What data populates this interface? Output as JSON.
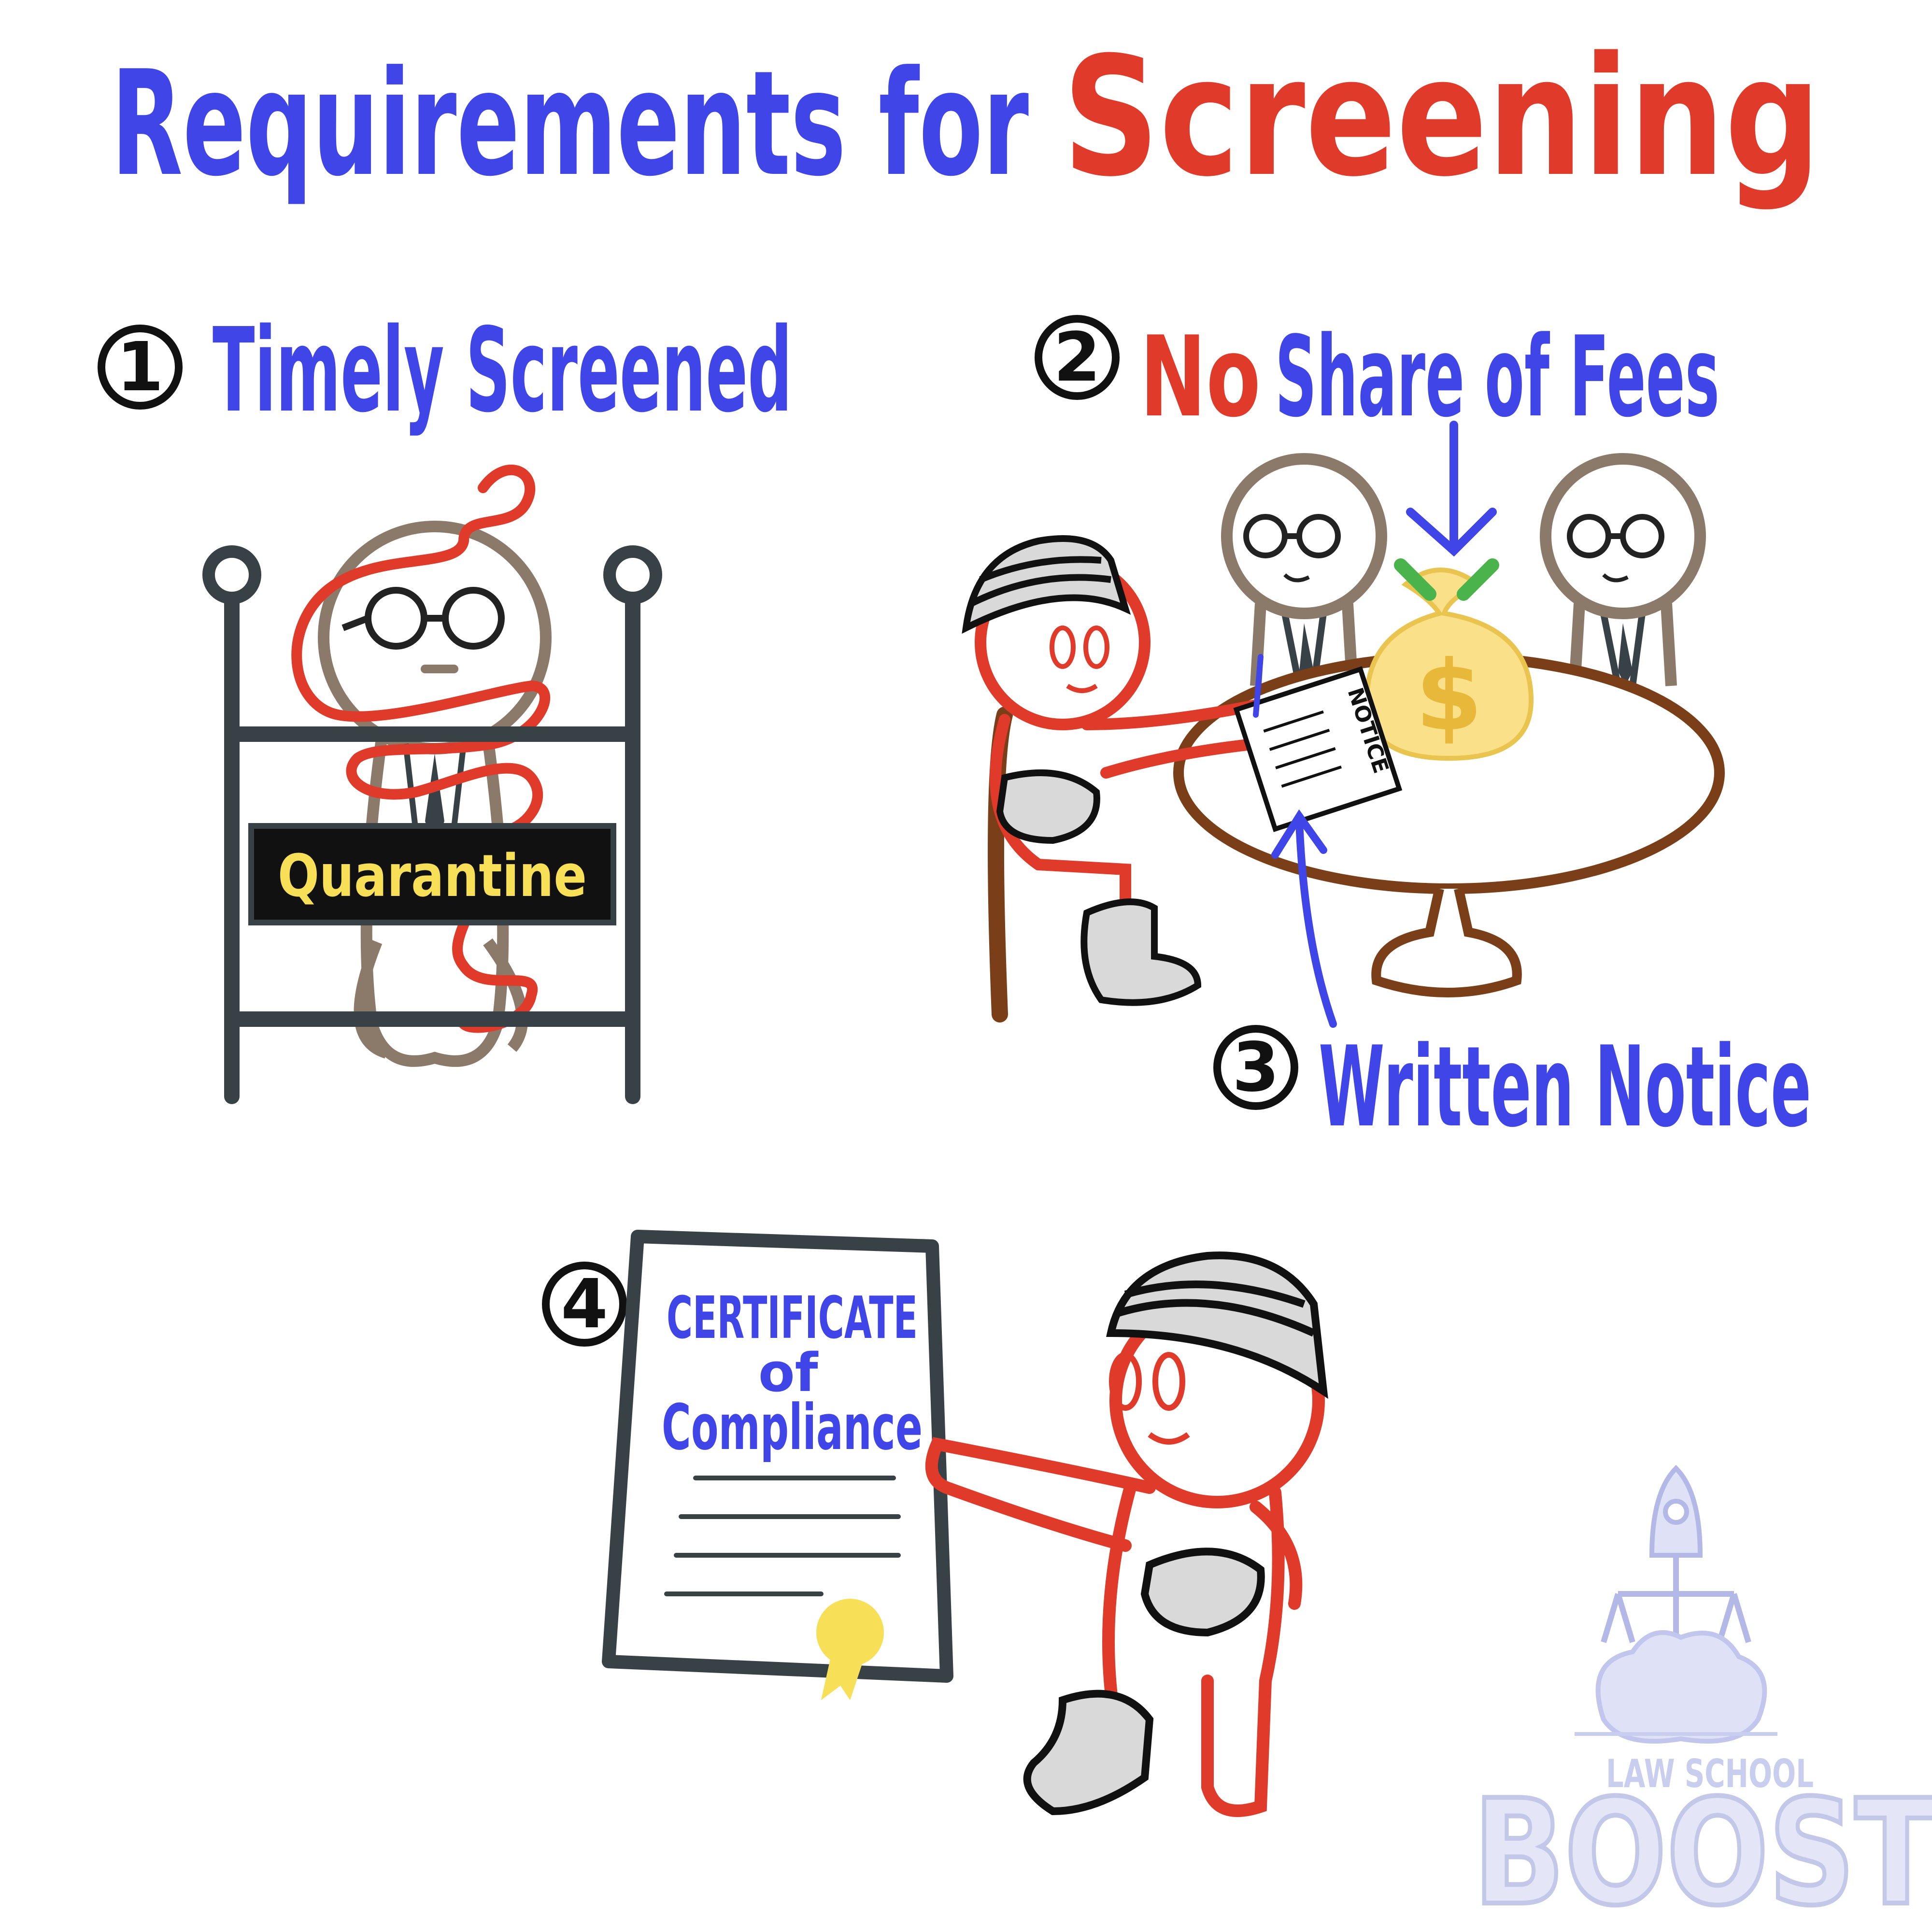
{
  "title": {
    "part1": "Requirements for",
    "part2": "Screening"
  },
  "colors": {
    "blue": "#3f45e6",
    "red": "#e03a2a",
    "dark": "#384246",
    "brown": "#8b7a6a",
    "table": "#7a3f18",
    "yellow": "#f7df57",
    "moneybag": "#fbe08a",
    "logo": "#c9cdee"
  },
  "items": [
    {
      "number": "1",
      "label": "Timely Screened",
      "sign": "Quarantine"
    },
    {
      "number": "2",
      "label_red": "No",
      "label_blue": "Share of Fees",
      "money": "$"
    },
    {
      "number": "3",
      "label": "Written Notice",
      "paper": "NOTICE"
    },
    {
      "number": "4",
      "certificate": [
        "CERTIFICATE",
        "of",
        "Compliance"
      ]
    }
  ],
  "logo": {
    "line1": "LAW SCHOOL",
    "line2": "BOOST"
  }
}
